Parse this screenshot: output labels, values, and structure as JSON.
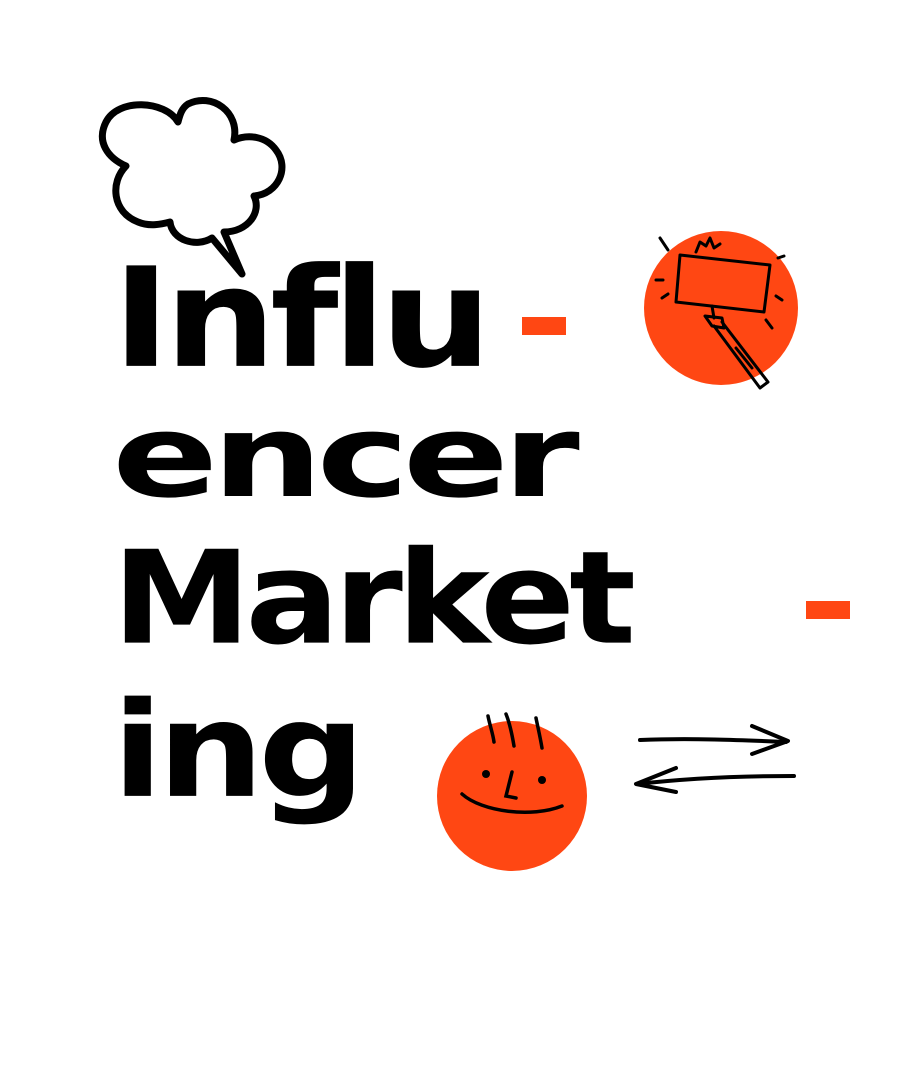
{
  "title_lines": [
    "Influ",
    "encer",
    "Market",
    "ing"
  ],
  "colors": {
    "accent": "#FF4713",
    "ink": "#000000",
    "background": "#FFFFFF"
  },
  "icons": [
    "speech-cloud-icon",
    "selfie-stick-icon",
    "smiley-face-icon",
    "exchange-arrows-icon"
  ]
}
